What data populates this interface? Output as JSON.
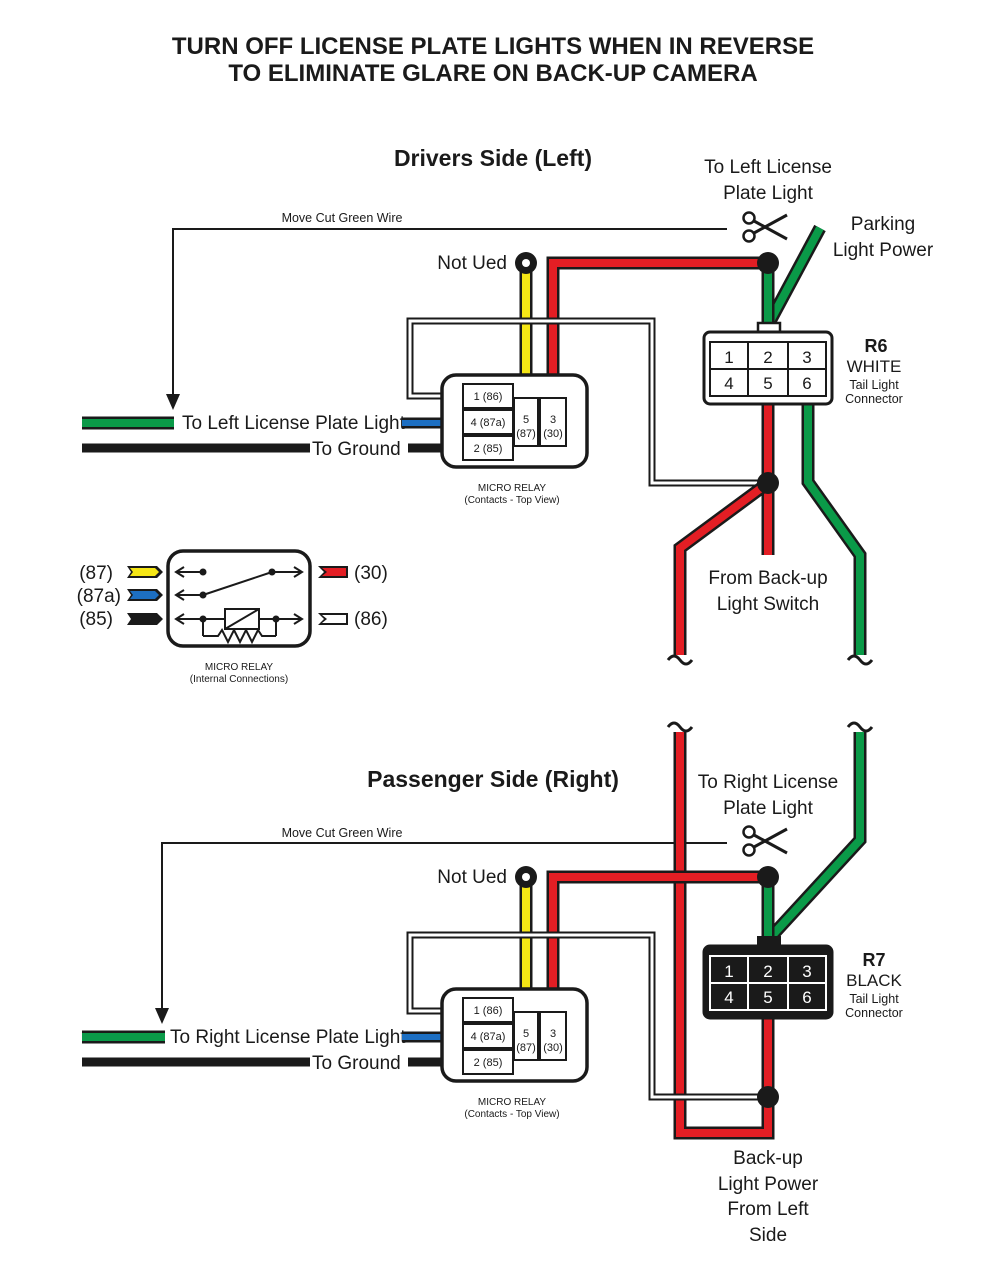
{
  "title": {
    "line1": "TURN OFF LICENSE PLATE LIGHTS WHEN IN REVERSE",
    "line2": "TO ELIMINATE GLARE ON BACK-UP CAMERA"
  },
  "drivers": {
    "heading": "Drivers Side (Left)",
    "move_label": "Move Cut Green Wire",
    "not_used": "Not Ued",
    "to_plate": "To Left License Plate Light",
    "to_ground": "To Ground",
    "plate_light_top": [
      "To Left License",
      "Plate Light"
    ],
    "parking": [
      "Parking",
      "Light Power"
    ],
    "from_backup": [
      "From Back-up",
      "Light Switch"
    ],
    "connector": {
      "id": "R6",
      "color": "WHITE",
      "desc": [
        "Tail Light",
        "Connector"
      ],
      "pins": [
        "1",
        "2",
        "3",
        "4",
        "5",
        "6"
      ]
    },
    "relay": {
      "pins": [
        "1 (86)",
        "4 (87a)",
        "2 (85)"
      ],
      "pin5": [
        "5",
        "(87)"
      ],
      "pin3": [
        "3",
        "(30)"
      ],
      "caption": [
        "MICRO RELAY",
        "(Contacts - Top View)"
      ]
    }
  },
  "internal": {
    "left_labels": [
      "(87)",
      "(87a)",
      "(85)"
    ],
    "right_labels": [
      "(30)",
      "(86)"
    ],
    "caption": [
      "MICRO RELAY",
      "(Internal Connections)"
    ]
  },
  "passenger": {
    "heading": "Passenger Side (Right)",
    "move_label": "Move Cut Green Wire",
    "not_used": "Not Ued",
    "to_plate": "To Right License Plate Light",
    "to_ground": "To Ground",
    "plate_light_top": [
      "To Right License",
      "Plate Light"
    ],
    "backup_power": [
      "Back-up",
      "Light Power",
      "From Left",
      "Side"
    ],
    "connector": {
      "id": "R7",
      "color": "BLACK",
      "desc": [
        "Tail Light",
        "Connector"
      ],
      "pins": [
        "1",
        "2",
        "3",
        "4",
        "5",
        "6"
      ]
    },
    "relay": {
      "pins": [
        "1 (86)",
        "4 (87a)",
        "2 (85)"
      ],
      "pin5": [
        "5",
        "(87)"
      ],
      "pin3": [
        "3",
        "(30)"
      ],
      "caption": [
        "MICRO RELAY",
        "(Contacts - Top View)"
      ]
    }
  },
  "colors": {
    "red": "#e31e24",
    "green": "#0a9a48",
    "yellow": "#f5e615",
    "blue": "#1d6fc2",
    "black": "#1a1a1a"
  }
}
